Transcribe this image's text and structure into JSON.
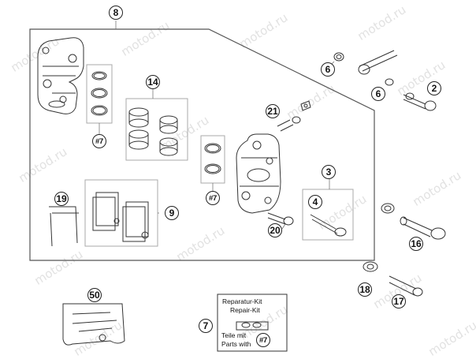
{
  "watermark": "motod.ru",
  "callouts": {
    "c8": "8",
    "c14": "14",
    "c7a": "#7",
    "c6a": "6",
    "c6b": "6",
    "c2": "2",
    "c21": "21",
    "c3": "3",
    "c7b": "#7",
    "c19": "19",
    "c9": "9",
    "c4": "4",
    "c20": "20",
    "c16": "16",
    "c18": "18",
    "c17": "17",
    "c50": "50",
    "c7": "7",
    "c7c": "#7"
  },
  "repair_kit": {
    "line1": "Reparatur-Kit",
    "line2": "Repair-Kit",
    "line3": "Teile mit",
    "line4": "Parts with"
  },
  "colors": {
    "line": "#333333",
    "frame": "#555555",
    "watermark": "#e2e2e2"
  }
}
